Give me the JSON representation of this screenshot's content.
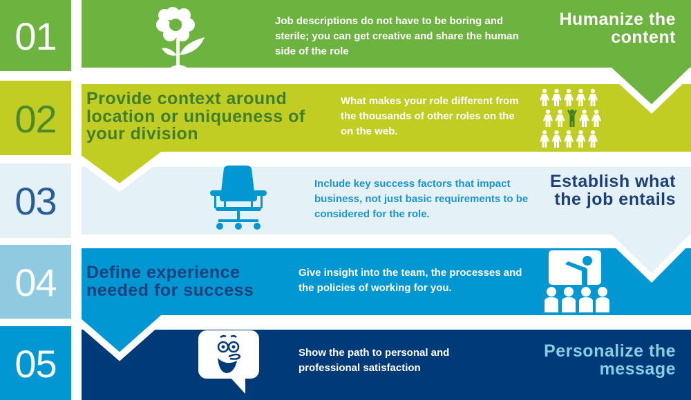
{
  "colors": {
    "row1": "#6db33f",
    "row2": "#c2cd23",
    "row3": "#e4f2f8",
    "row4": "#0097d3",
    "row5": "#003a78",
    "row2_num_box": "#c2cd23",
    "row4_num_box": "#8ecae0",
    "row5_num_box": "#0097d3"
  },
  "steps": [
    {
      "number": "01",
      "title": "Humanize the content",
      "body": "Job descriptions do not have to be boring and sterile; you can get creative and share the human side of the role",
      "icon": "flower-icon"
    },
    {
      "number": "02",
      "title": "Provide context around location or uniqueness of your division",
      "body": "What makes your role different from the thousands of other roles on the on the web.",
      "icon": "crowd-icon"
    },
    {
      "number": "03",
      "title": "Establish what the job entails",
      "body": "Include key success factors that impact business, not just basic requirements to be considered for the role.",
      "icon": "office-chair-icon"
    },
    {
      "number": "04",
      "title": "Define experience needed for success",
      "body": "Give insight into the team, the processes and the policies of working for you.",
      "icon": "presentation-icon"
    },
    {
      "number": "05",
      "title": "Personalize the message",
      "body": "Show the path to personal and professional satisfaction",
      "icon": "speech-bubble-face-icon"
    }
  ]
}
